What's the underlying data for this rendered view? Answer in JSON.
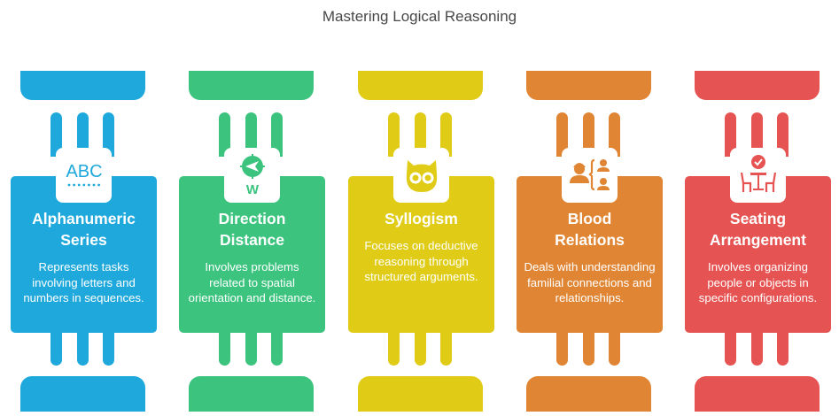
{
  "title": "Mastering Logical Reasoning",
  "columns": [
    {
      "heading_line1": "Alphanumeric",
      "heading_line2": "Series",
      "description": "Represents tasks involving letters and numbers in sequences.",
      "icon": "abc-letters-icon",
      "color": "#1EA8DB"
    },
    {
      "heading_line1": "Direction",
      "heading_line2": "Distance",
      "description": "Involves problems related to spatial orientation and distance.",
      "icon": "compass-icon",
      "color": "#3CC47F"
    },
    {
      "heading_line1": "Syllogism",
      "heading_line2": "",
      "description": "Focuses on deductive reasoning through structured arguments.",
      "icon": "owl-icon",
      "color": "#E0CC17"
    },
    {
      "heading_line1": "Blood",
      "heading_line2": "Relations",
      "description": "Deals with understanding familial connections and relationships.",
      "icon": "family-tree-icon",
      "color": "#E08533"
    },
    {
      "heading_line1": "Seating",
      "heading_line2": "Arrangement",
      "description": "Involves organizing people or objects in specific configurations.",
      "icon": "table-chairs-icon",
      "color": "#E55452"
    }
  ],
  "icon_text": {
    "abc": "ABC",
    "w": "W"
  }
}
